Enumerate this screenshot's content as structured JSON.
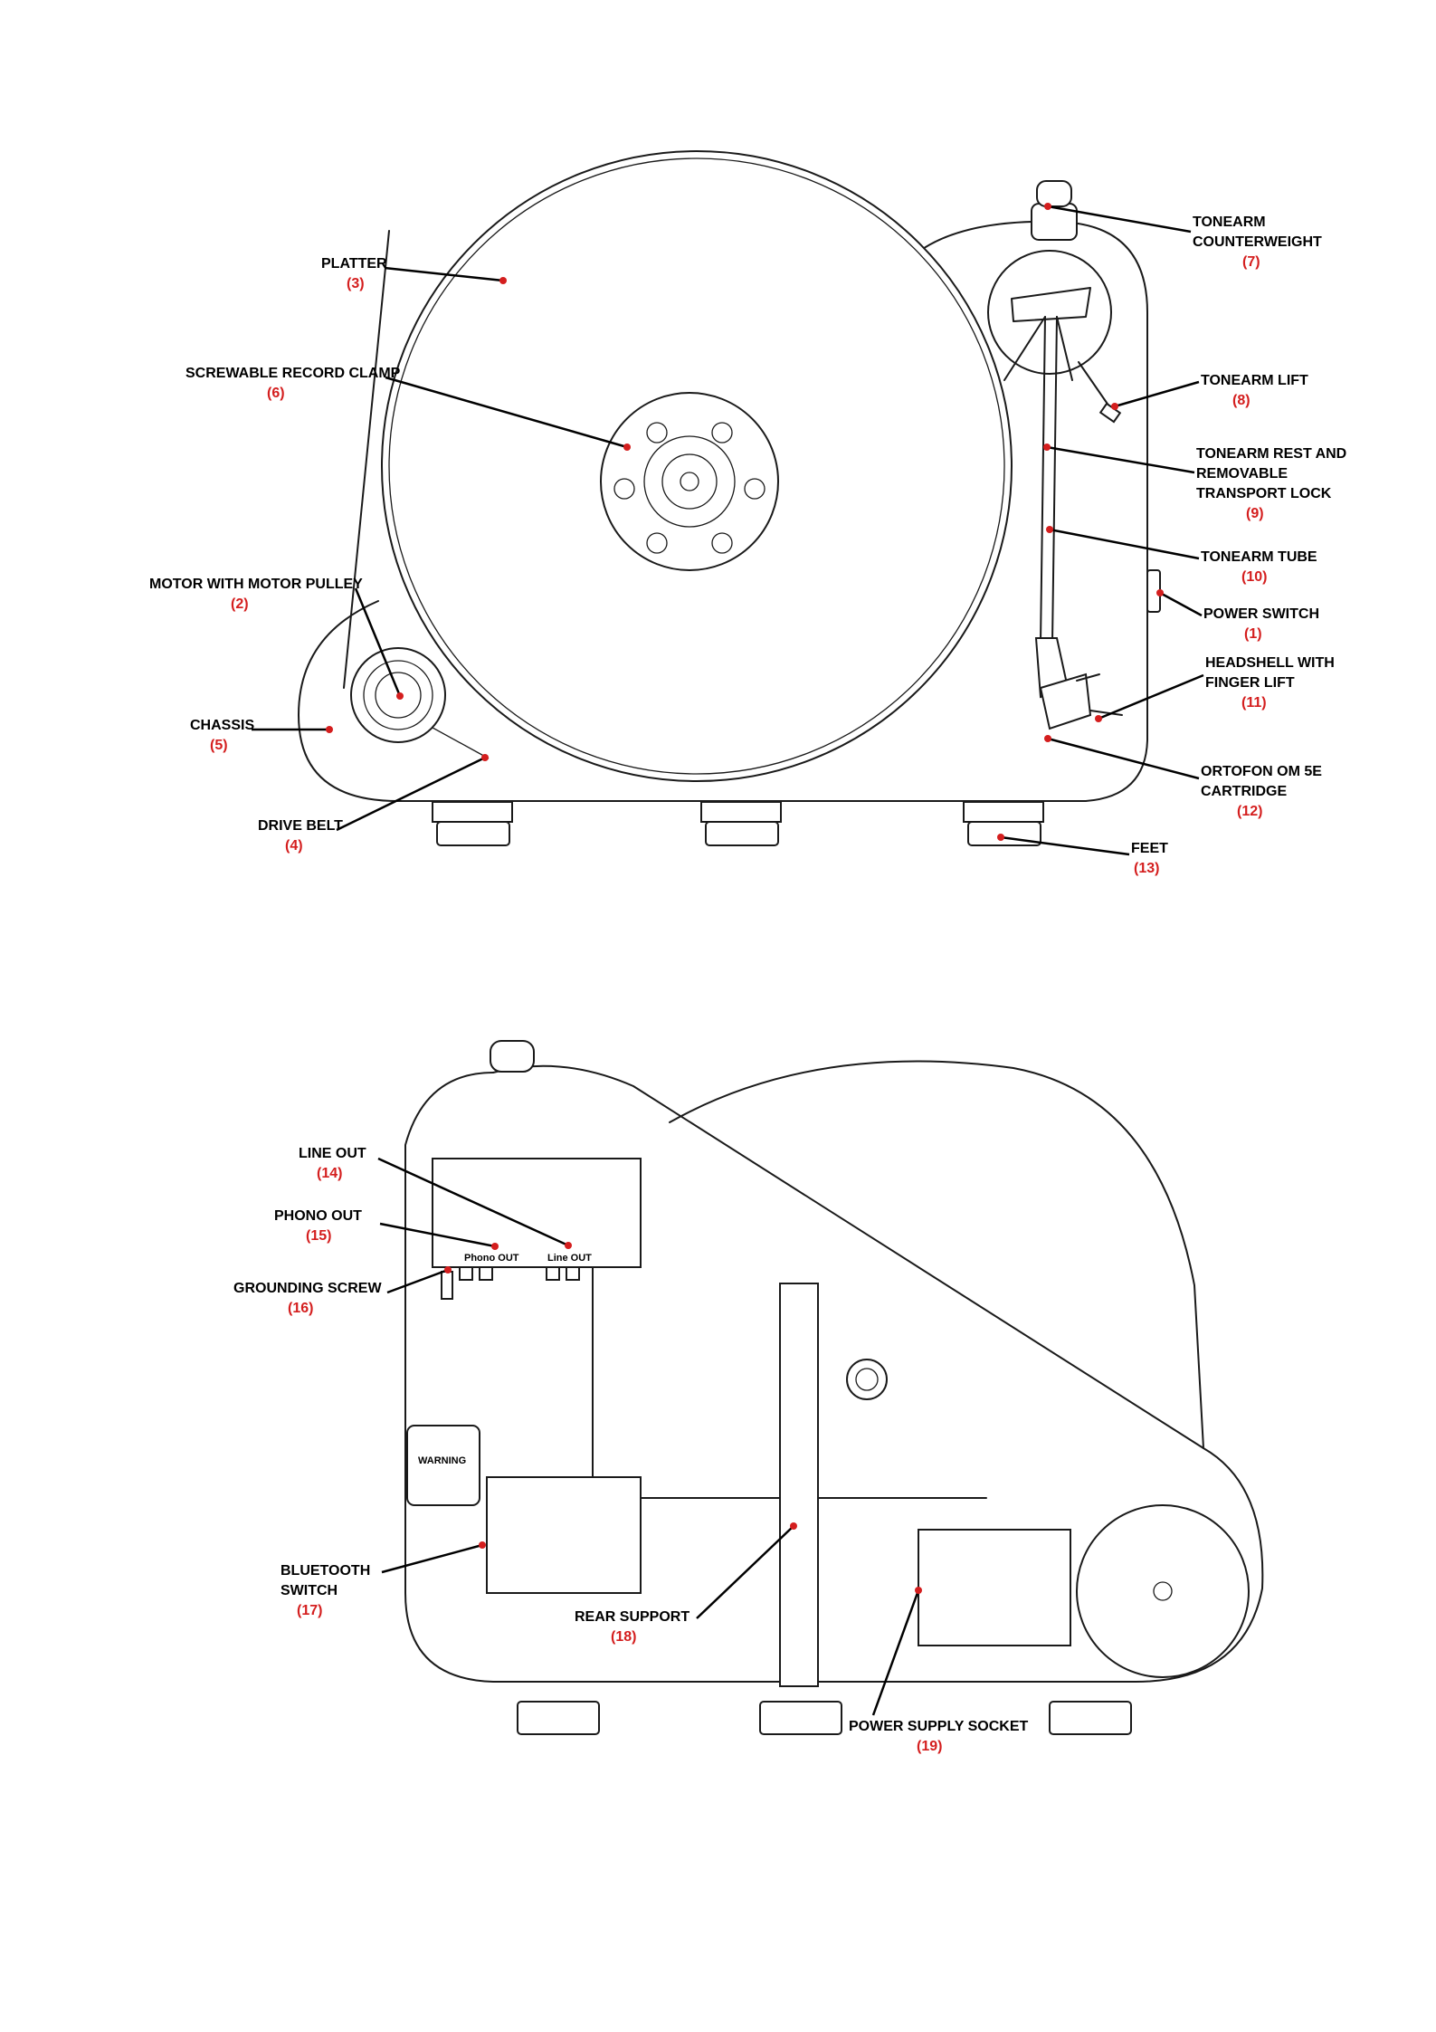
{
  "front_view": {
    "callouts": [
      {
        "id": "platter",
        "lines": [
          "PLATTER"
        ],
        "number": "(3)"
      },
      {
        "id": "record-clamp",
        "lines": [
          "SCREWABLE RECORD CLAMP"
        ],
        "number": "(6)"
      },
      {
        "id": "motor",
        "lines": [
          "MOTOR WITH MOTOR PULLEY"
        ],
        "number": "(2)"
      },
      {
        "id": "chassis",
        "lines": [
          "CHASSIS"
        ],
        "number": "(5)"
      },
      {
        "id": "drive-belt",
        "lines": [
          "DRIVE BELT"
        ],
        "number": "(4)"
      },
      {
        "id": "counterweight",
        "lines": [
          "TONEARM",
          "COUNTERWEIGHT"
        ],
        "number": "(7)"
      },
      {
        "id": "tonearm-lift",
        "lines": [
          "TONEARM LIFT"
        ],
        "number": "(8)"
      },
      {
        "id": "tonearm-rest",
        "lines": [
          "TONEARM REST AND",
          "REMOVABLE",
          "TRANSPORT LOCK"
        ],
        "number": "(9)"
      },
      {
        "id": "tonearm-tube",
        "lines": [
          "TONEARM TUBE"
        ],
        "number": "(10)"
      },
      {
        "id": "power-switch",
        "lines": [
          "POWER SWITCH"
        ],
        "number": "(1)"
      },
      {
        "id": "headshell",
        "lines": [
          "HEADSHELL WITH",
          "FINGER LIFT"
        ],
        "number": "(11)"
      },
      {
        "id": "cartridge",
        "lines": [
          "ORTOFON OM 5E",
          "CARTRIDGE"
        ],
        "number": "(12)"
      },
      {
        "id": "feet",
        "lines": [
          "FEET"
        ],
        "number": "(13)"
      }
    ]
  },
  "rear_view": {
    "panel_labels": {
      "phono": "Phono OUT",
      "line": "Line OUT",
      "warning": "WARNING"
    },
    "callouts": [
      {
        "id": "line-out",
        "lines": [
          "LINE OUT"
        ],
        "number": "(14)"
      },
      {
        "id": "phono-out",
        "lines": [
          "PHONO OUT"
        ],
        "number": "(15)"
      },
      {
        "id": "grounding-screw",
        "lines": [
          "GROUNDING SCREW"
        ],
        "number": "(16)"
      },
      {
        "id": "bluetooth-switch",
        "lines": [
          "BLUETOOTH",
          "SWITCH"
        ],
        "number": "(17)"
      },
      {
        "id": "rear-support",
        "lines": [
          "REAR SUPPORT"
        ],
        "number": "(18)"
      },
      {
        "id": "power-socket",
        "lines": [
          "POWER SUPPLY SOCKET"
        ],
        "number": "(19)"
      }
    ]
  },
  "colors": {
    "accent": "#d41e1e",
    "ink": "#1a1a1a"
  }
}
